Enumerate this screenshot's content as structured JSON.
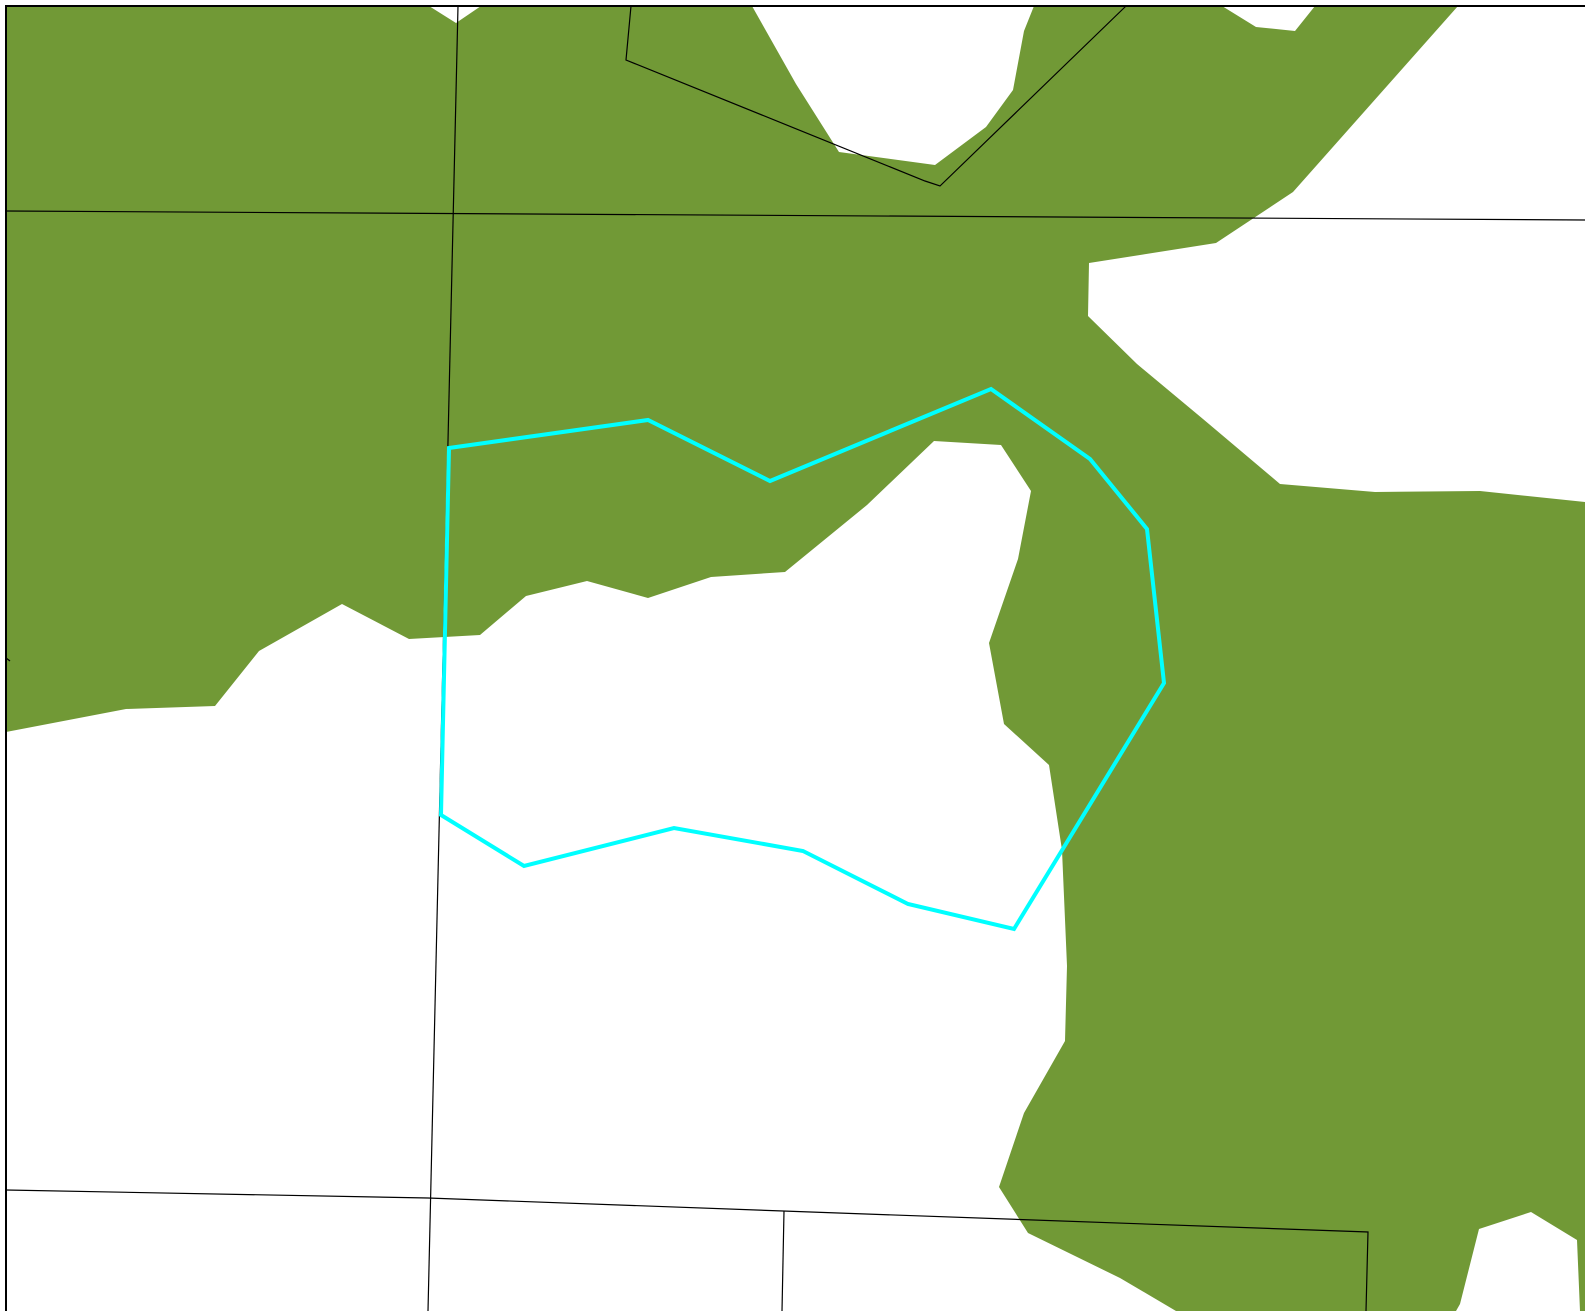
{
  "map": {
    "colors": {
      "background": "#ffffff",
      "land": "#719936",
      "boundary": "#000000",
      "selection": "#00ffff",
      "frame": "#000000"
    },
    "layers": [
      "land-fill",
      "boundary-lines",
      "selection-outline"
    ]
  }
}
